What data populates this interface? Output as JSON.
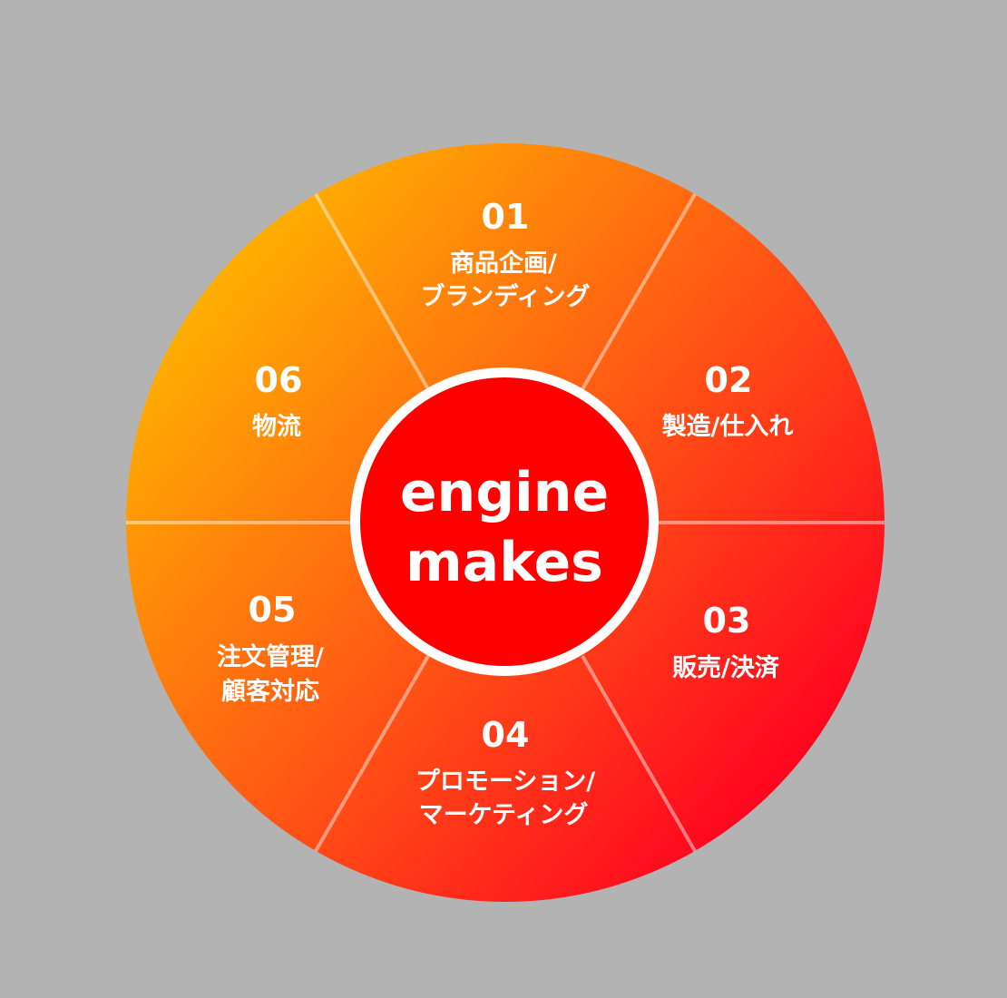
{
  "colors": {
    "background": "#b3b3b3",
    "gradient_start": "#ffb400",
    "gradient_mid": "#ff5a14",
    "gradient_end": "#ff0020",
    "core": "#ff0000",
    "ring": "#ffffff"
  },
  "center": {
    "line1": "engine",
    "line2": "makes"
  },
  "segments": [
    {
      "number": "01",
      "lines": [
        "商品企画/",
        "ブランディング"
      ]
    },
    {
      "number": "02",
      "lines": [
        "製造/仕入れ"
      ]
    },
    {
      "number": "03",
      "lines": [
        "販売/決済"
      ]
    },
    {
      "number": "04",
      "lines": [
        "プロモーション/",
        "マーケティング"
      ]
    },
    {
      "number": "05",
      "lines": [
        "注文管理/",
        "顧客対応"
      ]
    },
    {
      "number": "06",
      "lines": [
        "物流"
      ]
    }
  ]
}
